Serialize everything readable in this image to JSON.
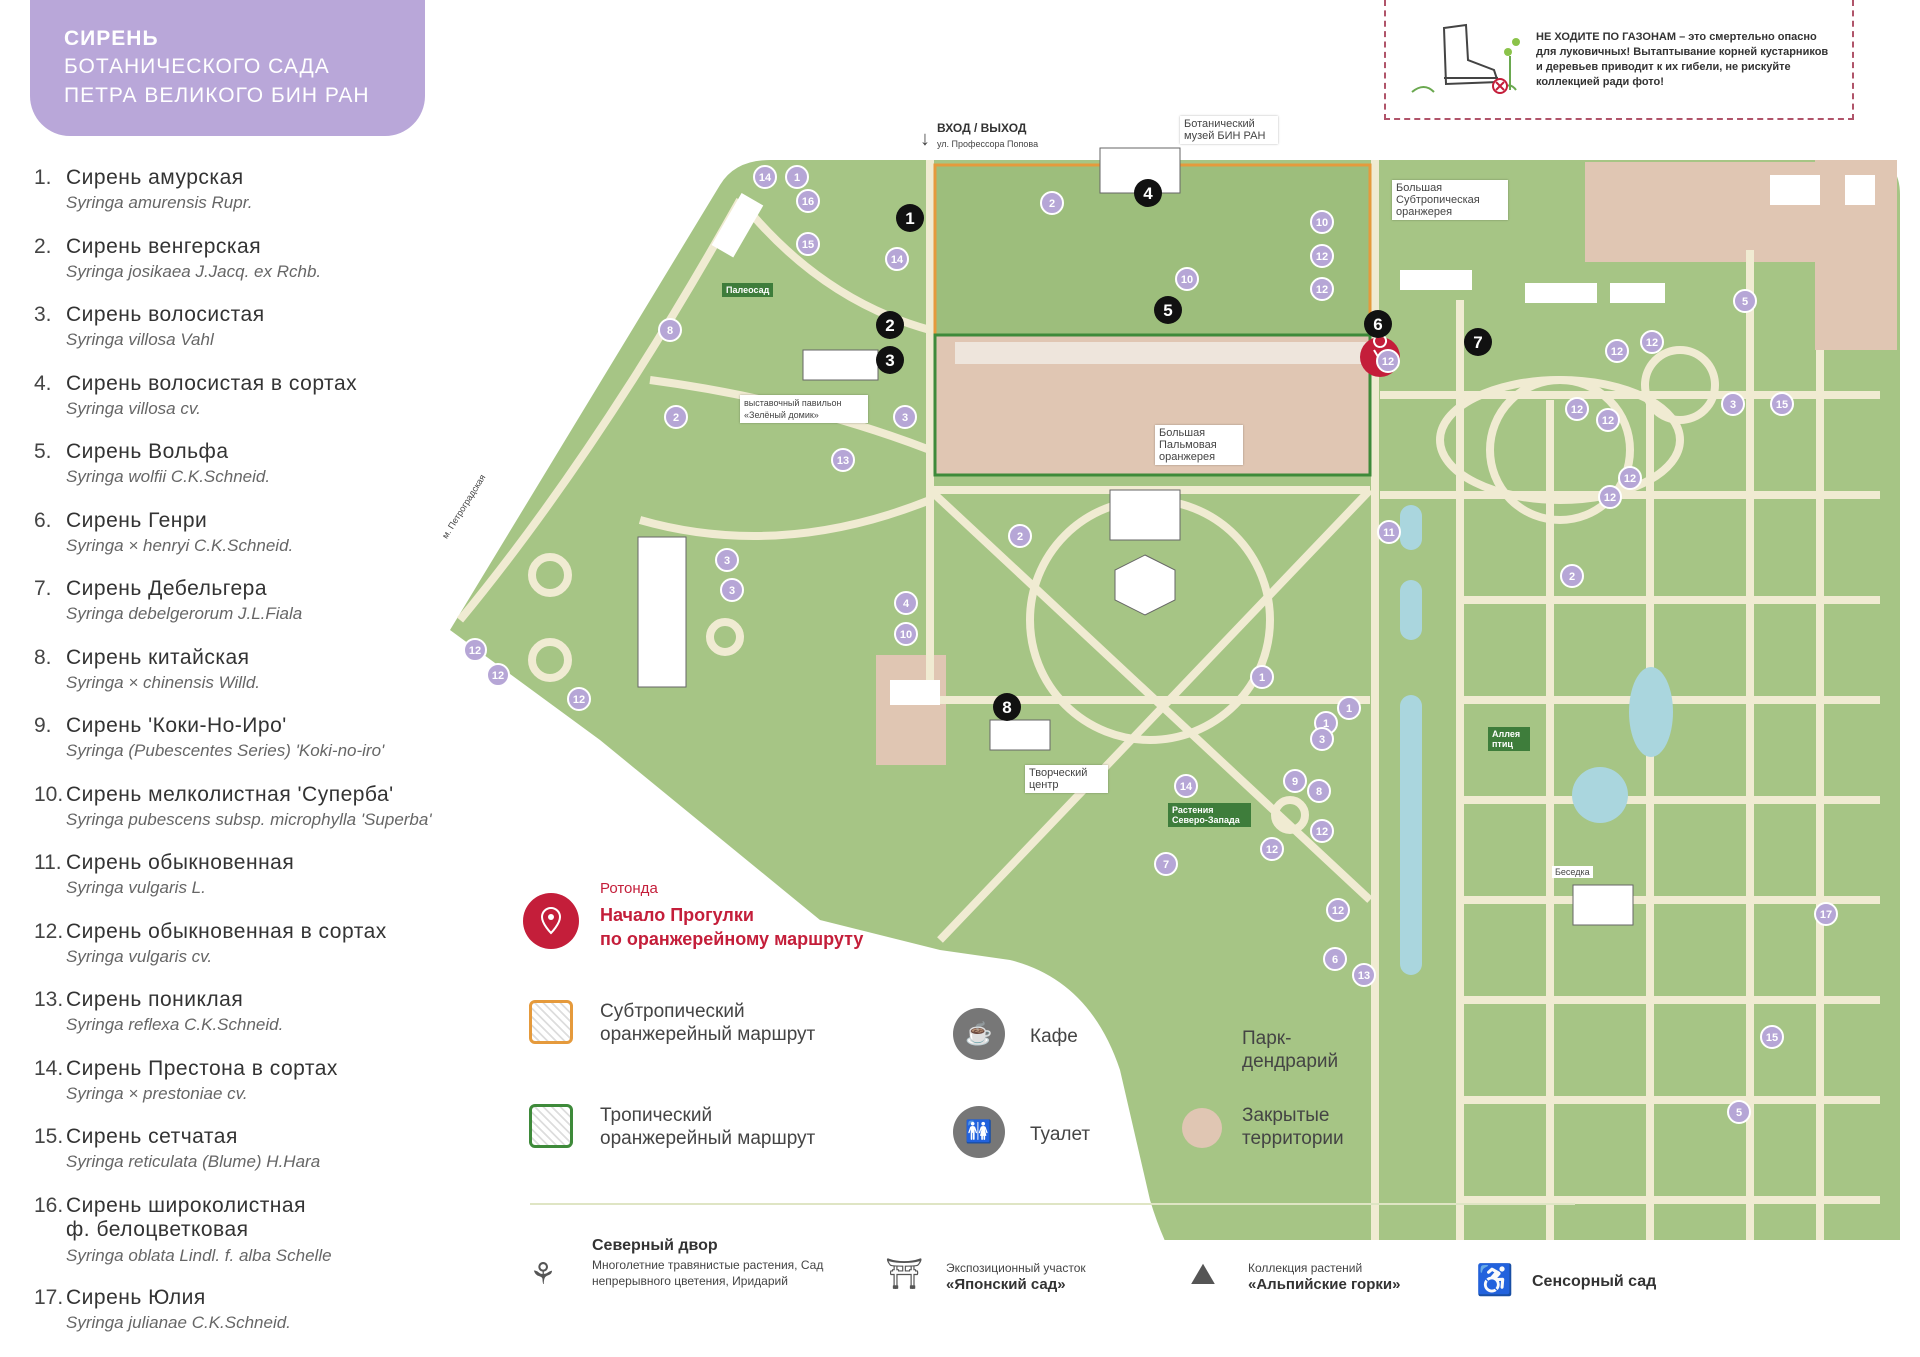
{
  "title": {
    "line1": "СИРЕНЬ",
    "line2": "БОТАНИЧЕСКОГО САДА",
    "line3": "ПЕТРА ВЕЛИКОГО БИН РАН"
  },
  "lilacs": [
    {
      "num": "1.",
      "name": "Сирень амурская",
      "latin": "Syringa amurensis Rupr."
    },
    {
      "num": "2.",
      "name": "Сирень венгерская",
      "latin": "Syringa josikaea J.Jacq. ex Rchb."
    },
    {
      "num": "3.",
      "name": "Сирень волосистая",
      "latin": "Syringa villosa Vahl"
    },
    {
      "num": "4.",
      "name": "Сирень волосистая в сортах",
      "latin": "Syringa villosa cv."
    },
    {
      "num": "5.",
      "name": "Сирень Вольфа",
      "latin": "Syringa wolfii C.K.Schneid."
    },
    {
      "num": "6.",
      "name": "Сирень Генри",
      "latin": "Syringa × henryi C.K.Schneid."
    },
    {
      "num": "7.",
      "name": "Сирень Дебельгера",
      "latin": "Syringa debelgerorum J.L.Fiala"
    },
    {
      "num": "8.",
      "name": "Сирень китайская",
      "latin": "Syringa × chinensis Willd."
    },
    {
      "num": "9.",
      "name": "Сирень 'Коки-Но-Иро'",
      "latin": "Syringa (Pubescentes Series) 'Koki-no-iro'"
    },
    {
      "num": "10.",
      "name": "Сирень мелколистная 'Суперба'",
      "latin": "Syringa pubescens subsp. microphylla 'Superba'"
    },
    {
      "num": "11.",
      "name": "Сирень обыкновенная",
      "latin": "Syringa vulgaris L."
    },
    {
      "num": "12.",
      "name": "Сирень обыкновенная в сортах",
      "latin": "Syringa vulgaris cv."
    },
    {
      "num": "13.",
      "name": "Сирень пониклая",
      "latin": "Syringa reflexa C.K.Schneid."
    },
    {
      "num": "14.",
      "name": "Сирень Престона в сортах",
      "latin": "Syringa × prestoniae cv."
    },
    {
      "num": "15.",
      "name": "Сирень сетчатая",
      "latin": "Syringa reticulata (Blume) H.Hara"
    }
  ],
  "lilac16": {
    "num": "16.",
    "name1": "Сирень широколистная",
    "name2": "ф. белоцветковая",
    "latin": "Syringa oblata Lindl. f. alba Schelle"
  },
  "lilac17": {
    "num": "17.",
    "name": "Сирень Юлия",
    "latin": "Syringa julianae C.K.Schneid."
  },
  "warning": "НЕ ХОДИТЕ ПО ГАЗОНАМ – это смертельно опасно для луковичных! Вытаптывание корней кустарников и деревьев приводит к их гибели, не рискуйте коллекцией ради фото!",
  "map": {
    "entrance": "ВХОД / ВЫХОД",
    "street": "ул. Профессора Попова",
    "museum": "Ботанический музей БИН РАН",
    "subtropical_greenhouse": "Большая Субтропическая оранжерея",
    "palm_greenhouse": "Большая Пальмовая оранжерея",
    "paleosad": "Палеосад",
    "pavilion": "выставочный павильон «Зелёный домик»",
    "creative_center": "Творческий центр",
    "nw_plants": "Растения Северо-Запада",
    "bird_alley": "Аллея птиц",
    "gazebo": "Беседка",
    "metro": "м. Петроградская"
  },
  "legend": {
    "rotunda_label": "Ротонда",
    "start_walk_1": "Начало Прогулки",
    "start_walk_2": "по оранжерейному маршруту",
    "subtropical_1": "Субтропический",
    "subtropical_2": "оранжерейный маршрут",
    "tropical_1": "Тропический",
    "tropical_2": "оранжерейный маршрут",
    "cafe": "Кафе",
    "toilet": "Туалет",
    "park_1": "Парк-",
    "park_2": "дендрарий",
    "closed_1": "Закрытые",
    "closed_2": "территории"
  },
  "bottom": {
    "north_yard": "Северный двор",
    "north_yard_desc": "Многолетние травянистые растения, Сад непрерывного цветения, Иридарий",
    "japan_small": "Экспозиционный участок",
    "japan_bold": "«Японский сад»",
    "alpine_small": "Коллекция растений",
    "alpine_bold": "«Альпийские горки»",
    "sensory": "Сенсорный сад"
  },
  "colors": {
    "title_bg": "#b9a7d9",
    "park": "#9dbe7c",
    "path": "#f0ebd2",
    "closed": "#e0c6b3",
    "accent_red": "#c41e3a",
    "subtropical": "#e59a3c",
    "tropical": "#3e8a3a",
    "marker_purple": "#b6a6d6"
  },
  "icons": [
    "boot-icon",
    "cafe-icon",
    "toilet-icon",
    "location-pin-icon",
    "north-yard-icon",
    "japanese-lantern-icon",
    "alpine-hills-icon",
    "sensory-garden-icon"
  ],
  "markers": {
    "black": [
      "1",
      "2",
      "3",
      "4",
      "5",
      "6",
      "7",
      "8"
    ],
    "purple": [
      "14",
      "1",
      "16",
      "15",
      "14",
      "8",
      "2",
      "3",
      "13",
      "2",
      "12",
      "12",
      "12",
      "3",
      "3",
      "4",
      "10",
      "2",
      "10",
      "10",
      "12",
      "12",
      "12",
      "1",
      "5",
      "12",
      "12",
      "3",
      "15",
      "12",
      "12",
      "12",
      "12",
      "11",
      "2",
      "1",
      "1",
      "3",
      "9",
      "8",
      "12",
      "14",
      "7",
      "12",
      "12",
      "6",
      "13",
      "17",
      "15",
      "5",
      "2"
    ]
  }
}
